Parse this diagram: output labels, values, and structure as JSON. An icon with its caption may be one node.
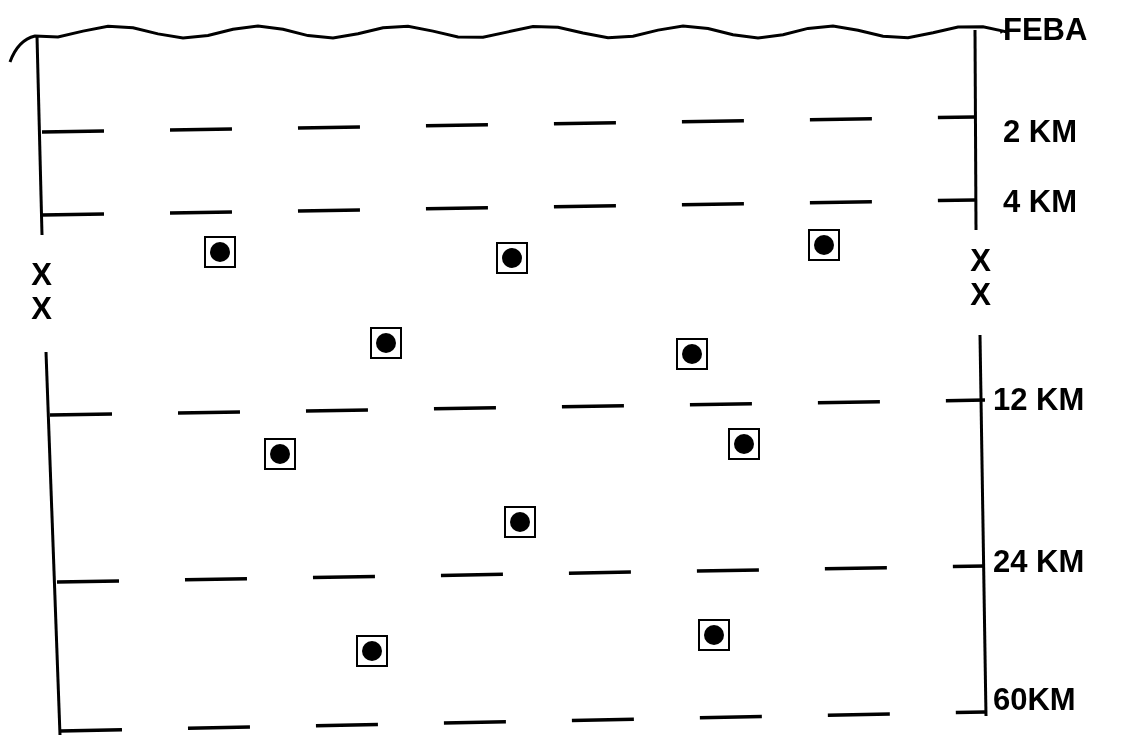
{
  "diagram": {
    "labels": [
      "FEBA",
      "2 KM",
      "4 KM",
      "XX",
      "XX",
      "12 KM",
      "24 KM",
      "60KM"
    ]
  }
}
